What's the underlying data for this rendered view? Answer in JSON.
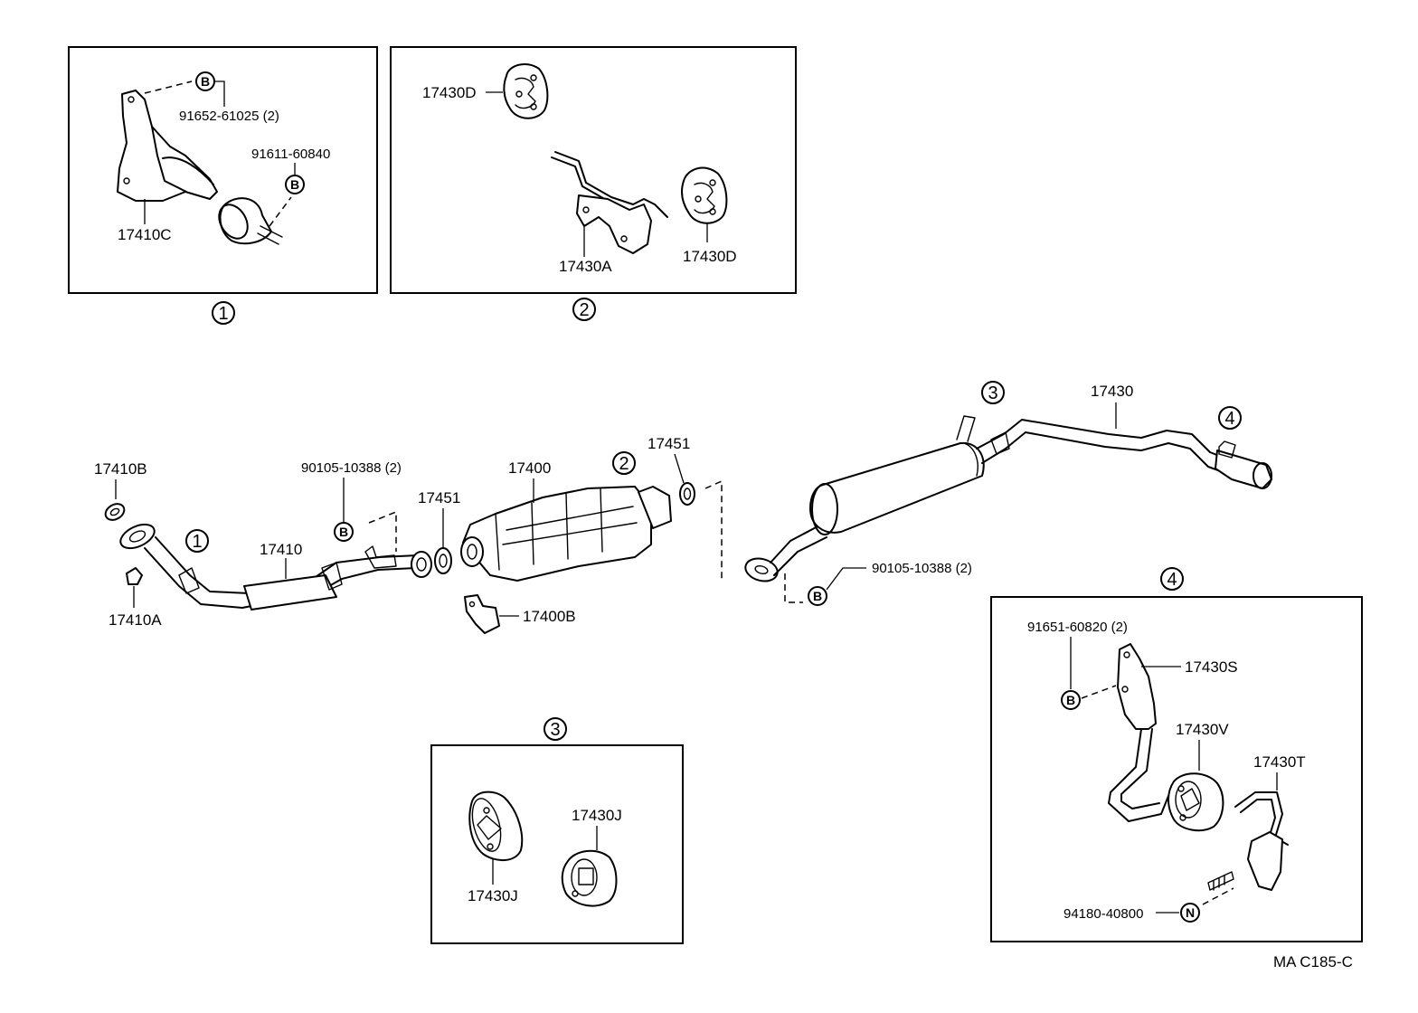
{
  "detail_views": {
    "d1": {
      "number": "1",
      "parts": {
        "bolt": "91652-61025 (2)",
        "bolt2": "91611-60840",
        "bracket": "17410C"
      }
    },
    "d2": {
      "number": "2",
      "parts": {
        "cushion_top": "17430D",
        "bracket": "17430A",
        "cushion_right": "17430D"
      }
    },
    "d3": {
      "number": "3",
      "parts": {
        "cushion_left": "17430J",
        "cushion_right": "17430J"
      }
    },
    "d4": {
      "number": "4",
      "parts": {
        "bolt": "91651-60820 (2)",
        "bracket": "17430S",
        "cushion": "17430V",
        "hanger": "17430T",
        "nut": "94180-40800"
      }
    }
  },
  "main_parts": {
    "gasket_front": "17410B",
    "nut_front": "17410A",
    "front_pipe": "17410",
    "bolt_front": "90105-10388 (2)",
    "gasket_mid": "17451",
    "converter": "17400",
    "converter_bracket": "17400B",
    "gasket_rear": "17451",
    "bolt_rear": "90105-10388 (2)",
    "tail_pipe": "17430"
  },
  "callouts": {
    "c1": "1",
    "c2": "2",
    "c3": "3",
    "c4": "4"
  },
  "badges": {
    "bolt": "B",
    "nut": "N"
  },
  "footer": {
    "code": "MA  C185-C"
  },
  "icons": [
    "bolt-badge-icon",
    "nut-badge-icon",
    "circled-number-icon"
  ]
}
